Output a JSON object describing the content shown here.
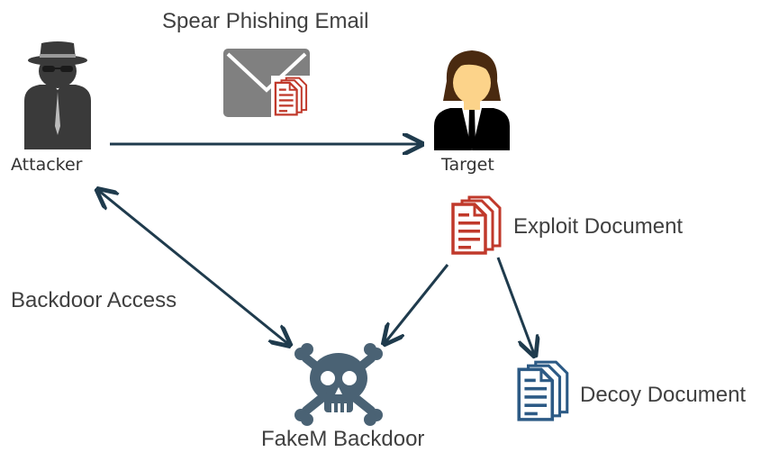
{
  "labels": {
    "email": "Spear Phishing Email",
    "attacker": "Attacker",
    "target": "Target",
    "exploit": "Exploit Document",
    "backdoor_access": "Backdoor Access",
    "fakem": "FakeM Backdoor",
    "decoy": "Decoy Document"
  },
  "colors": {
    "arrow": "#1f3b4d",
    "text": "#404040",
    "attacker_figure": "#3a3a3a",
    "email_envelope": "#808080",
    "document_red": "#c0392b",
    "document_blue": "#2c5a85",
    "skull": "#4a6274",
    "skin": "#fcd38a",
    "hair": "#4a2a10"
  },
  "icons": {
    "attacker": "spy-icon",
    "email": "envelope-icon",
    "target": "businessman-icon",
    "exploit": "red-document-icon",
    "fakem": "skull-crossbones-icon",
    "decoy": "blue-document-icon"
  }
}
